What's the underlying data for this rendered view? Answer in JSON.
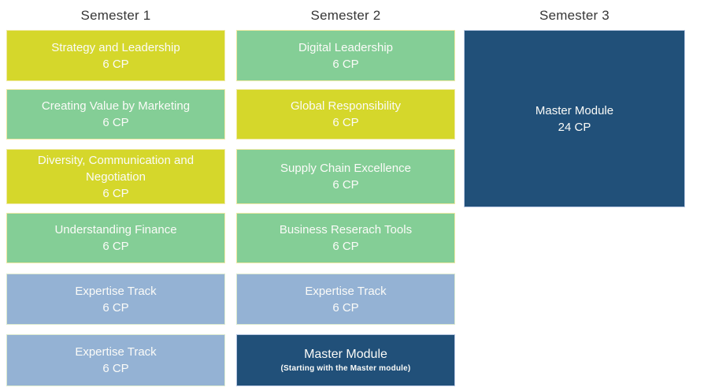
{
  "colors": {
    "yellow": "#d5d72b",
    "green": "#84ce96",
    "blue": "#94b2d4",
    "navy": "#215079",
    "module_text": "#fbfbf8",
    "header_text": "#373737"
  },
  "columns": [
    {
      "header": "Semester 1",
      "modules": [
        {
          "title": "Strategy and Leadership",
          "credits": "6 CP",
          "color": "yellow"
        },
        {
          "title": "Creating Value by Marketing",
          "credits": "6 CP",
          "color": "green"
        },
        {
          "title": "Diversity, Communication and Negotiation",
          "credits": "6 CP",
          "color": "yellow"
        },
        {
          "title": "Understanding Finance",
          "credits": "6 CP",
          "color": "green"
        },
        {
          "title": "Expertise Track",
          "credits": "6 CP",
          "color": "blue"
        },
        {
          "title": "Expertise Track",
          "credits": "6 CP",
          "color": "blue"
        }
      ]
    },
    {
      "header": "Semester 2",
      "modules": [
        {
          "title": "Digital Leadership",
          "credits": "6 CP",
          "color": "green"
        },
        {
          "title": "Global Responsibility",
          "credits": "6 CP",
          "color": "yellow"
        },
        {
          "title": "Supply Chain Excellence",
          "credits": "6 CP",
          "color": "green"
        },
        {
          "title": "Business Reserach Tools",
          "credits": "6 CP",
          "color": "green"
        },
        {
          "title": "Expertise Track",
          "credits": "6 CP",
          "color": "blue"
        },
        {
          "title": "Master Module",
          "subtitle": "(Starting with the Master module)",
          "color": "navy"
        }
      ]
    },
    {
      "header": "Semester 3",
      "modules": [
        {
          "title": "Master Module",
          "credits": "24 CP",
          "color": "navy",
          "tall": true
        }
      ]
    }
  ]
}
